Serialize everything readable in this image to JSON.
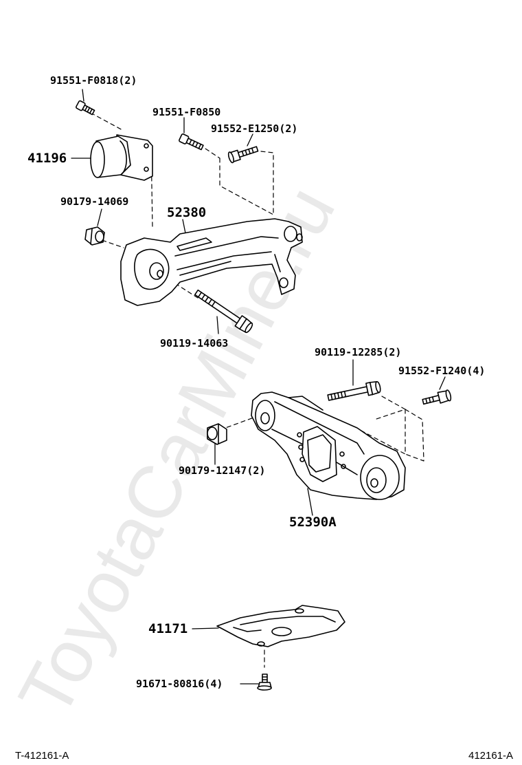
{
  "watermark": "ToyotaCarMine.ru",
  "labels": {
    "p91551_f0818": "91551-F0818(2)",
    "p41196": "41196",
    "p91551_f0850": "91551-F0850",
    "p91552_e1250": "91552-E1250(2)",
    "p90179_14069": "90179-14069",
    "p52380": "52380",
    "p90119_14063": "90119-14063",
    "p90119_12285": "90119-12285(2)",
    "p91552_f1240": "91552-F1240(4)",
    "p90179_12147": "90179-12147(2)",
    "p52390a": "52390A",
    "p41171": "41171",
    "p91671_80816": "91671-80816(4)"
  },
  "footer": {
    "left": "T-412161-A",
    "right": "412161-A"
  }
}
